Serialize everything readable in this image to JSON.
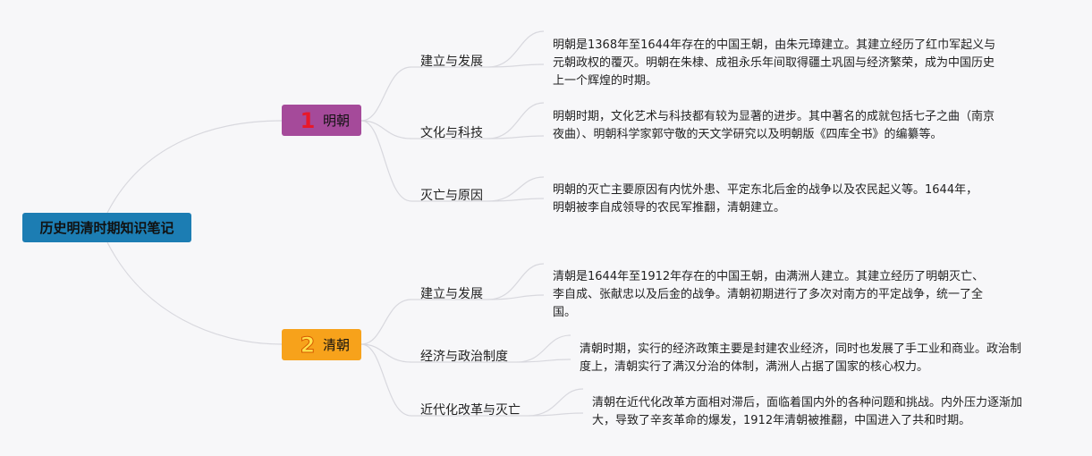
{
  "root": {
    "title": "历史明清时期知识笔记"
  },
  "branches": [
    {
      "number": "1",
      "label": "明朝",
      "color": "#a54a9a",
      "topics": [
        {
          "label": "建立与发展",
          "text": "明朝是1368年至1644年存在的中国王朝，由朱元璋建立。其建立经历了红巾军起义与元朝政权的覆灭。明朝在朱棣、成祖永乐年间取得疆土巩固与经济繁荣，成为中国历史上一个辉煌的时期。"
        },
        {
          "label": "文化与科技",
          "text": "明朝时期，文化艺术与科技都有较为显著的进步。其中著名的成就包括七子之曲（南京夜曲）、明朝科学家郭守敬的天文学研究以及明朝版《四库全书》的编纂等。"
        },
        {
          "label": "灭亡与原因",
          "text": "明朝的灭亡主要原因有内忧外患、平定东北后金的战争以及农民起义等。1644年，明朝被李自成领导的农民军推翻，清朝建立。"
        }
      ]
    },
    {
      "number": "2",
      "label": "清朝",
      "color": "#f7a21b",
      "topics": [
        {
          "label": "建立与发展",
          "text": "清朝是1644年至1912年存在的中国王朝，由满洲人建立。其建立经历了明朝灭亡、李自成、张献忠以及后金的战争。清朝初期进行了多次对南方的平定战争，统一了全国。"
        },
        {
          "label": "经济与政治制度",
          "text": "清朝时期，实行的经济政策主要是封建农业经济，同时也发展了手工业和商业。政治制度上，清朝实行了满汉分治的体制，满洲人占据了国家的核心权力。"
        },
        {
          "label": "近代化改革与灭亡",
          "text": "清朝在近代化改革方面相对滞后，面临着国内外的各种问题和挑战。内外压力逐渐加大，导致了辛亥革命的爆发，1912年清朝被推翻，中国进入了共和时期。"
        }
      ]
    }
  ],
  "colors": {
    "root": "#1c7db3",
    "link": "#d8d8de"
  }
}
